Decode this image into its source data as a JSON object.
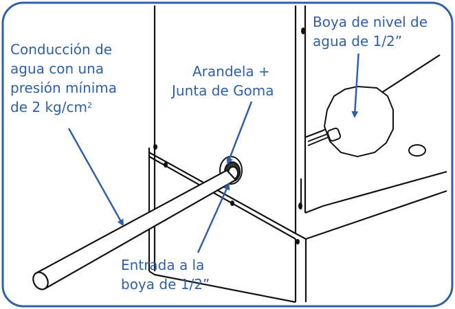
{
  "labels": {
    "conduccion": {
      "line1": "Conducción de",
      "line2": "agua con una",
      "line3": "presión mínima",
      "line4": "de 2 kg/cm",
      "line4_sup": "2"
    },
    "arandela": {
      "line1": "Arandela +",
      "line2": "Junta de Goma"
    },
    "boya_nivel": {
      "line1": "Boya de nivel de",
      "line2": "agua de 1/2”"
    },
    "entrada": {
      "line1": "Entrada a la",
      "line2": "boya de 1/2”"
    }
  },
  "colors": {
    "label_text": "#2f5fa6",
    "frame_border": "#2f5fa6",
    "arrow": "#2f5fa6",
    "drawing_line": "#111111",
    "pipe_fill": "#ffffff"
  }
}
